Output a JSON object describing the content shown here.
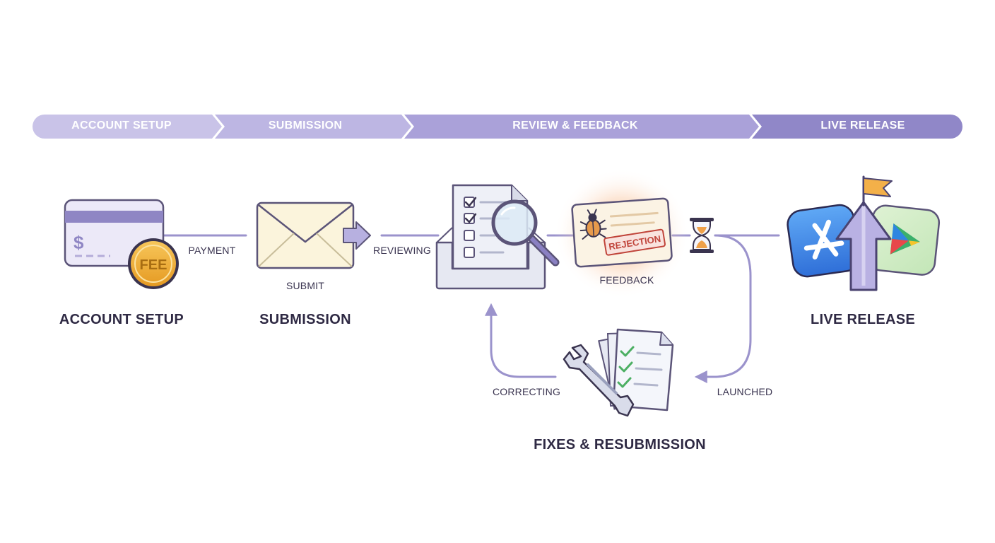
{
  "phase_band": {
    "account_setup": "ACCOUNT SETUP",
    "submission": "SUBMISSION",
    "review_feedback": "REVIEW & FEEDBACK",
    "live_release": "LIVE RELEASE"
  },
  "connectors": {
    "payment": "PAYMENT",
    "submit": "SUBMIT",
    "reviewing": "REVIEWING",
    "feedback": "FEEDBACK",
    "correcting": "CORRECTING",
    "launched": "LAUNCHED"
  },
  "stages": {
    "account_setup": "ACCOUNT SETUP",
    "submission": "SUBMISSION",
    "live_release": "LIVE RELEASE",
    "fixes_resubmission": "FIXES & RESUBMISSION"
  },
  "card": {
    "currency_symbol": "$",
    "coin_text": "FEE"
  },
  "rejection_stamp": "REJECTION",
  "colors": {
    "lavender_light": "#c5bfe6",
    "lavender": "#a9a0d8",
    "lavender_dark": "#8a80c2",
    "line": "#9b93cc",
    "coin": "#f2b23a",
    "alert_glow": "#f6a25d",
    "stamp_red": "#c0443a",
    "check_green": "#4caf63",
    "app_store_blue": "#3a86e8"
  },
  "icons": {
    "payment": "credit-card-icon",
    "fee": "fee-coin-icon",
    "submission": "envelope-icon",
    "review": "checklist-inbox-icon",
    "search": "magnifier-icon",
    "feedback": "rejection-card-icon",
    "bug": "bug-icon",
    "wait": "hourglass-icon",
    "fix": "wrench-icon",
    "docs": "documents-icon",
    "release": "app-store-icon",
    "store": "play-store-icon",
    "upload": "up-arrow-icon",
    "flag": "flag-icon"
  }
}
